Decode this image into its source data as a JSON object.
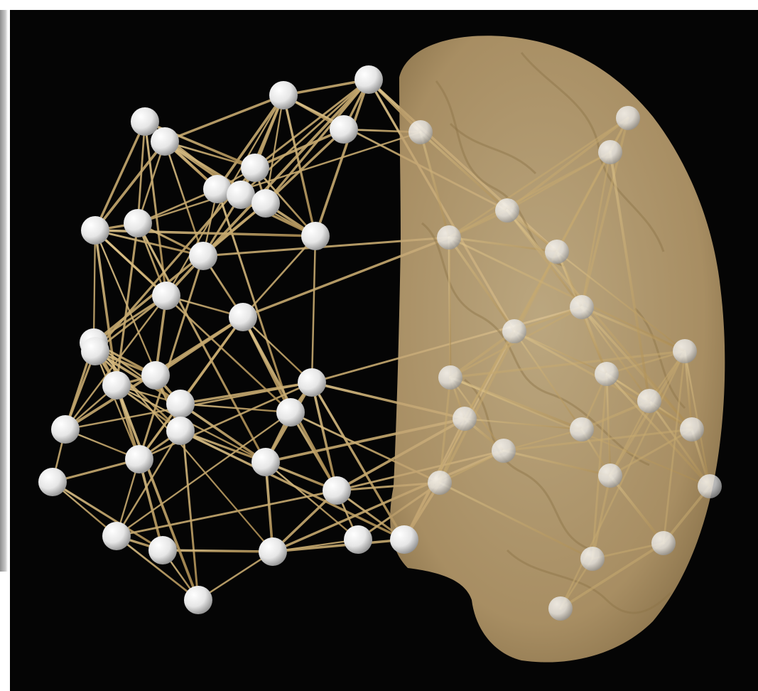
{
  "image": {
    "subject": "brain-network-illustration",
    "colors": {
      "background": "#050505",
      "frame": "#ffffff",
      "brain": "#c9ad7e",
      "edge": "#c9a86a",
      "node": "#f2f2f2"
    },
    "icons": [
      "brain-hemisphere",
      "network-node",
      "network-edge"
    ]
  }
}
